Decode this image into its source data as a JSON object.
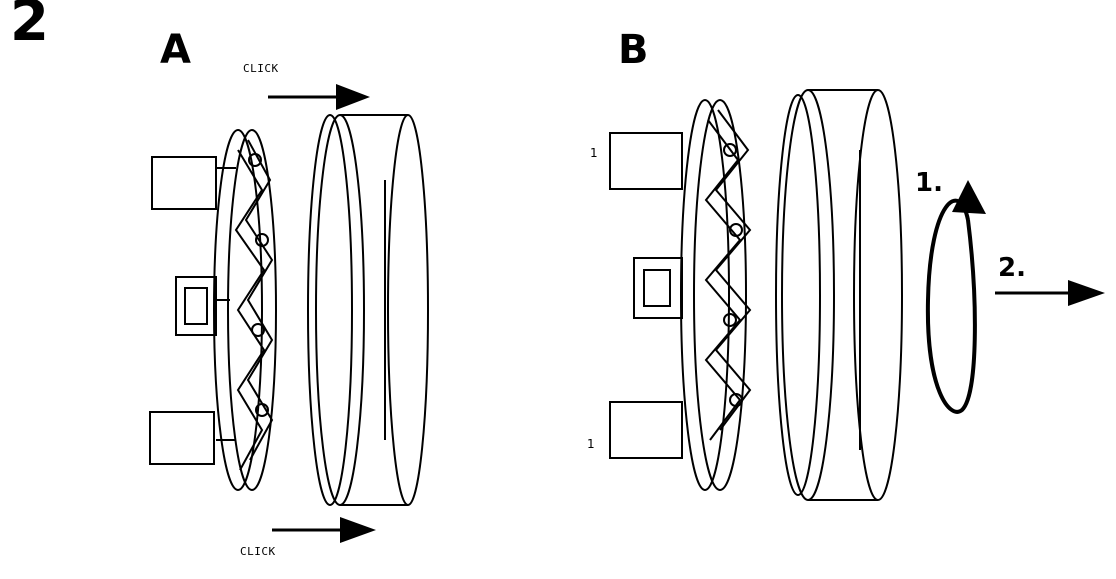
{
  "step_number": "2",
  "panel_a": {
    "label": "A",
    "click_top": "CLICK",
    "click_bottom": "CLICK"
  },
  "panel_b": {
    "label": "B",
    "marker_top": "1",
    "marker_bottom": "1",
    "step1": "1.",
    "step2": "2."
  },
  "colors": {
    "ink": "#000000",
    "background": "#ffffff"
  }
}
